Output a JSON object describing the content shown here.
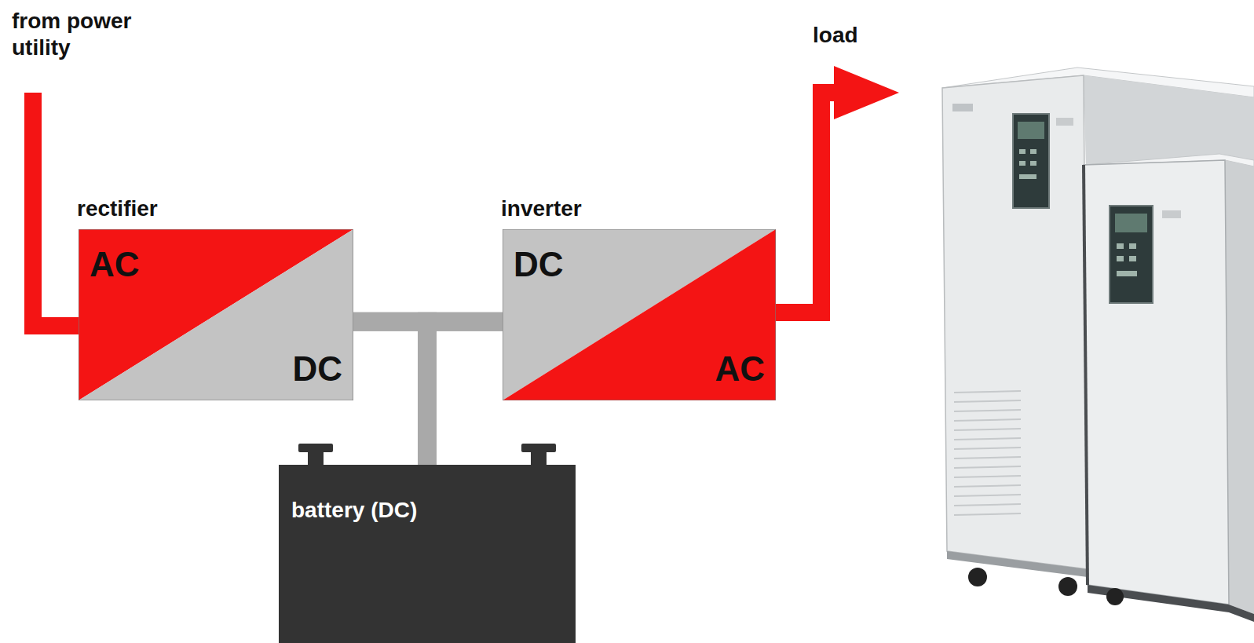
{
  "diagram": {
    "nodes": [
      {
        "text": [
          "rectifier",
          "AC",
          "DC"
        ]
      },
      {
        "text": [
          "inverter",
          "DC",
          "AC"
        ]
      },
      {
        "text": [
          "battery (DC)"
        ]
      }
    ],
    "edges": [
      {
        "from": 0,
        "to": 1,
        "arrow": "none"
      },
      {
        "from": 0,
        "to": 2,
        "arrow": "none"
      },
      {
        "from": 2,
        "to": 1,
        "arrow": "none"
      }
    ],
    "labels": [
      "from power utility",
      "load"
    ]
  }
}
